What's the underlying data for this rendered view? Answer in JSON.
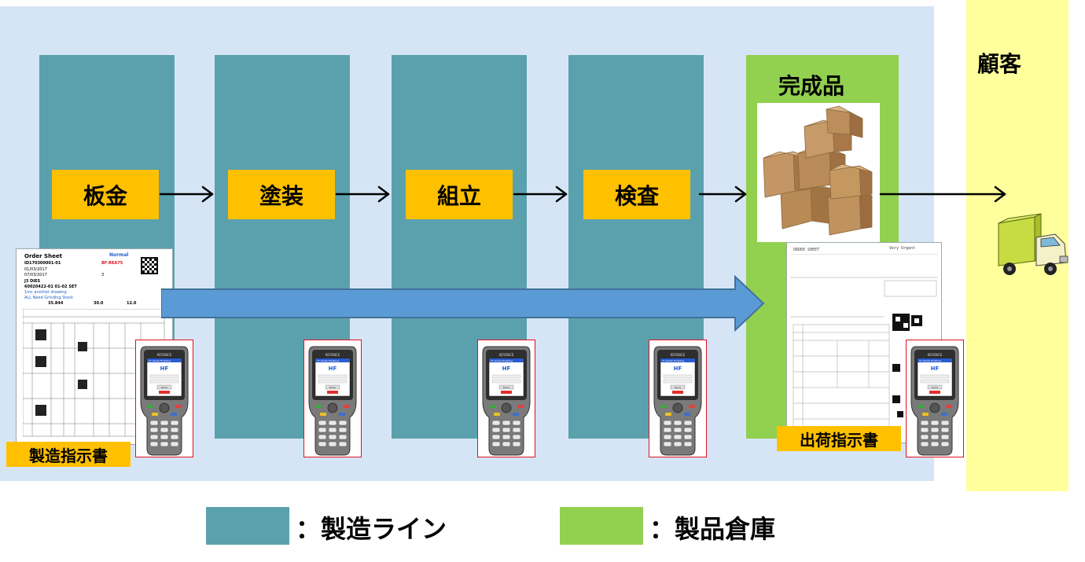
{
  "processes": [
    "板金",
    "塗装",
    "組立",
    "検査"
  ],
  "finished_goods_label": "完成品",
  "customer_label": "顧客",
  "documents": {
    "manufacturing_order": "製造指示書",
    "shipping_order": "出荷指示書"
  },
  "order_sheet": {
    "title": "Order Sheet",
    "status": "Normal",
    "instruction_id": "ID170300001-01",
    "material": "BF-REA75",
    "receive_date": "01/03/2017",
    "due_date": "07/03/2017",
    "quantity": "3",
    "customer": "J3 DIES",
    "description": "60020422-01 01-02 SET",
    "note1": "1mc another drawing",
    "note2": "ALL Need Grinding Stock",
    "dims": [
      "35.844",
      "30.0",
      "12.0"
    ]
  },
  "shipping_sheet": {
    "title": "ORDER SHEET",
    "title2": "Very Urgent"
  },
  "device": {
    "brand": "KEYENCE",
    "screen_title": "TC Grade Finishing",
    "logo_text": "HF",
    "button_label": "Done"
  },
  "legend": [
    {
      "label": "：製造ライン",
      "color": "#5ba1ad"
    },
    {
      "label": "：製品倉庫",
      "color": "#92d050"
    }
  ],
  "colors": {
    "factory_background": "#d6e5f5",
    "customer_background": "#ffff9c",
    "process_box": "#ffc000",
    "flow_arrow": "#5b9bd5"
  }
}
